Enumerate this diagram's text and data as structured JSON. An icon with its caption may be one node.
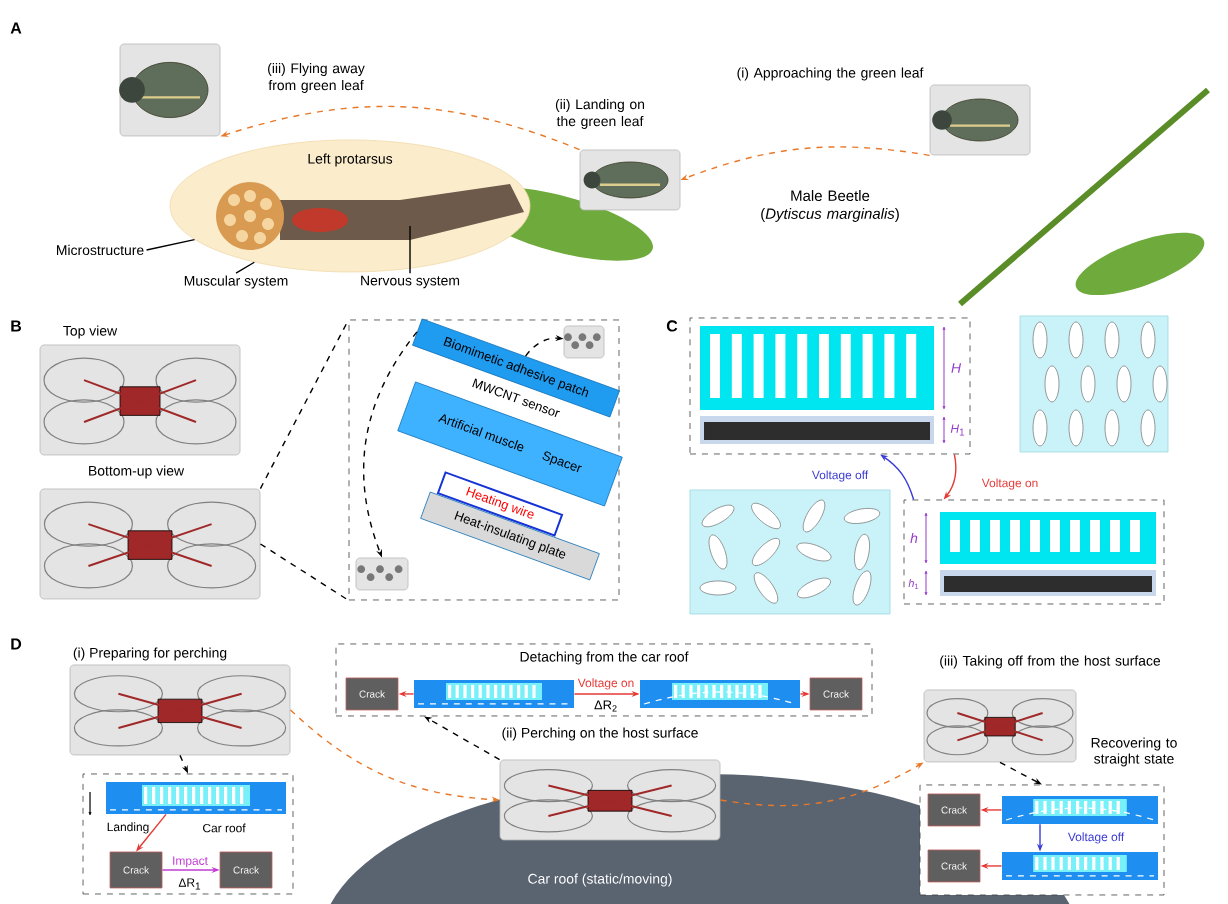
{
  "diagram": {
    "nodes": [
      {
        "text": [],
        "shape": "picture",
        "beside": [
          "(iii) Flying away from green leaf"
        ]
      },
      {
        "text": [],
        "shape": "picture",
        "beside": [
          "(ii) Landing on the green leaf"
        ]
      },
      {
        "text": [],
        "shape": "picture",
        "beside": [
          "(i) Approaching the green leaf"
        ]
      },
      {
        "text": [
          "Left protarsus"
        ]
      },
      {
        "text": [
          "Microstructure"
        ]
      },
      {
        "text": [
          "Muscular system"
        ]
      },
      {
        "text": [
          "Nervous system"
        ]
      },
      {
        "text": [],
        "shape": "picture",
        "beside": [
          "Top view"
        ]
      },
      {
        "text": [],
        "shape": "picture",
        "beside": [
          "Bottom-up view"
        ]
      },
      {
        "text": [],
        "shape": "box"
      },
      {
        "text": [
          "Biomimetic adhesive patch"
        ],
        "in": 9
      },
      {
        "text": [
          "Artificial muscle",
          "Spacer"
        ],
        "in": 9
      },
      {
        "text": [
          "Heating wire"
        ],
        "in": 9
      },
      {
        "text": [
          "Heat-insulating plate"
        ],
        "in": 9
      },
      {
        "text": [],
        "shape": "picture",
        "in": 9
      },
      {
        "text": [],
        "shape": "picture",
        "in": 9
      },
      {
        "text": [],
        "shape": "box"
      },
      {
        "text": [],
        "shape": "box"
      },
      {
        "text": [],
        "shape": "box"
      },
      {
        "text": [],
        "shape": "box"
      },
      {
        "text": [],
        "shape": "picture",
        "beside": [
          "(i) Preparing for perching"
        ]
      },
      {
        "text": [
          "Detaching from the car roof"
        ]
      },
      {
        "text": [
          "Crack"
        ],
        "in": 21
      },
      {
        "text": [],
        "shape": "bar",
        "in": 21
      },
      {
        "text": [],
        "shape": "bar",
        "in": 21
      },
      {
        "text": [
          "Crack"
        ],
        "in": 21
      },
      {
        "text": [
          "Landing",
          "Car roof"
        ]
      },
      {
        "text": [],
        "shape": "bar",
        "in": 26
      },
      {
        "text": [
          "Crack"
        ],
        "in": 26
      },
      {
        "text": [
          "Crack"
        ],
        "in": 26
      },
      {
        "text": [],
        "shape": "picture",
        "beside": [
          "(ii) Perching on the host surface"
        ]
      },
      {
        "text": [],
        "shape": "picture",
        "beside": [
          "(iii) Taking off from the host surface"
        ]
      },
      {
        "text": [
          "Recovering to straight state"
        ]
      },
      {
        "text": [
          "Crack"
        ],
        "in": 32
      },
      {
        "text": [],
        "shape": "bar",
        "in": 32
      },
      {
        "text": [
          "Crack"
        ],
        "in": 32
      },
      {
        "text": [],
        "shape": "bar",
        "in": 32
      }
    ],
    "edges": [
      {
        "from": 2,
        "to": 1,
        "arrow": "to",
        "style": "dashed",
        "color": "#e8782a"
      },
      {
        "from": 1,
        "to": 0,
        "arrow": "to",
        "style": "dashed",
        "color": "#e8782a"
      },
      {
        "from": 4,
        "to": 3,
        "arrow": "none"
      },
      {
        "from": 5,
        "to": 3,
        "arrow": "none"
      },
      {
        "from": 6,
        "to": 3,
        "arrow": "none"
      },
      {
        "from": 8,
        "to": 9,
        "arrow": "none",
        "style": "dashed"
      },
      {
        "from": 8,
        "to": 9,
        "arrow": "none",
        "style": "dashed"
      },
      {
        "from": 10,
        "to": 14,
        "arrow": "to",
        "style": "dashed"
      },
      {
        "from": 10,
        "to": 15,
        "arrow": "to",
        "style": "dashed"
      },
      {
        "from": 16,
        "to": 19,
        "arrow": "to",
        "label": "Voltage on",
        "color": "#e53935"
      },
      {
        "from": 19,
        "to": 16,
        "arrow": "to",
        "label": "Voltage off",
        "color": "#3a3ad6"
      },
      {
        "from": 20,
        "to": 30,
        "arrow": "to",
        "style": "dashed",
        "color": "#e8782a"
      },
      {
        "from": 30,
        "to": 31,
        "arrow": "to",
        "style": "dashed",
        "color": "#e8782a"
      },
      {
        "from": 20,
        "to": 26,
        "arrow": "to",
        "style": "dashed"
      },
      {
        "from": 30,
        "to": 21,
        "arrow": "to",
        "style": "dashed"
      },
      {
        "from": 31,
        "to": 32,
        "arrow": "to",
        "style": "dashed"
      },
      {
        "from": 23,
        "to": 22,
        "arrow": "to",
        "color": "#e53935"
      },
      {
        "from": 23,
        "to": 24,
        "arrow": "to",
        "label": "Voltage on",
        "color": "#e53935"
      },
      {
        "from": 24,
        "to": 25,
        "arrow": "to",
        "color": "#e53935"
      },
      {
        "from": 27,
        "to": 28,
        "arrow": "to",
        "color": "#e53935"
      },
      {
        "from": 28,
        "to": 29,
        "arrow": "to",
        "label": "Impact",
        "color": "#c23bd6"
      },
      {
        "from": 34,
        "to": 33,
        "arrow": "to",
        "color": "#e53935"
      },
      {
        "from": 36,
        "to": 35,
        "arrow": "to",
        "color": "#e53935"
      },
      {
        "from": 34,
        "to": 36,
        "arrow": "to",
        "label": "Voltage off",
        "color": "#3a3ad6"
      }
    ],
    "labels": [
      "A",
      "Male Beetle (*Dytiscus marginalis*)",
      "B",
      "MWCNT sensor",
      "C",
      "H",
      "*H*$_{1}$",
      "h",
      "*h*$_{1}$",
      "D",
      "ΔR$_{2}$",
      "ΔR$_{1}$",
      "Car roof (static/moving)"
    ]
  }
}
